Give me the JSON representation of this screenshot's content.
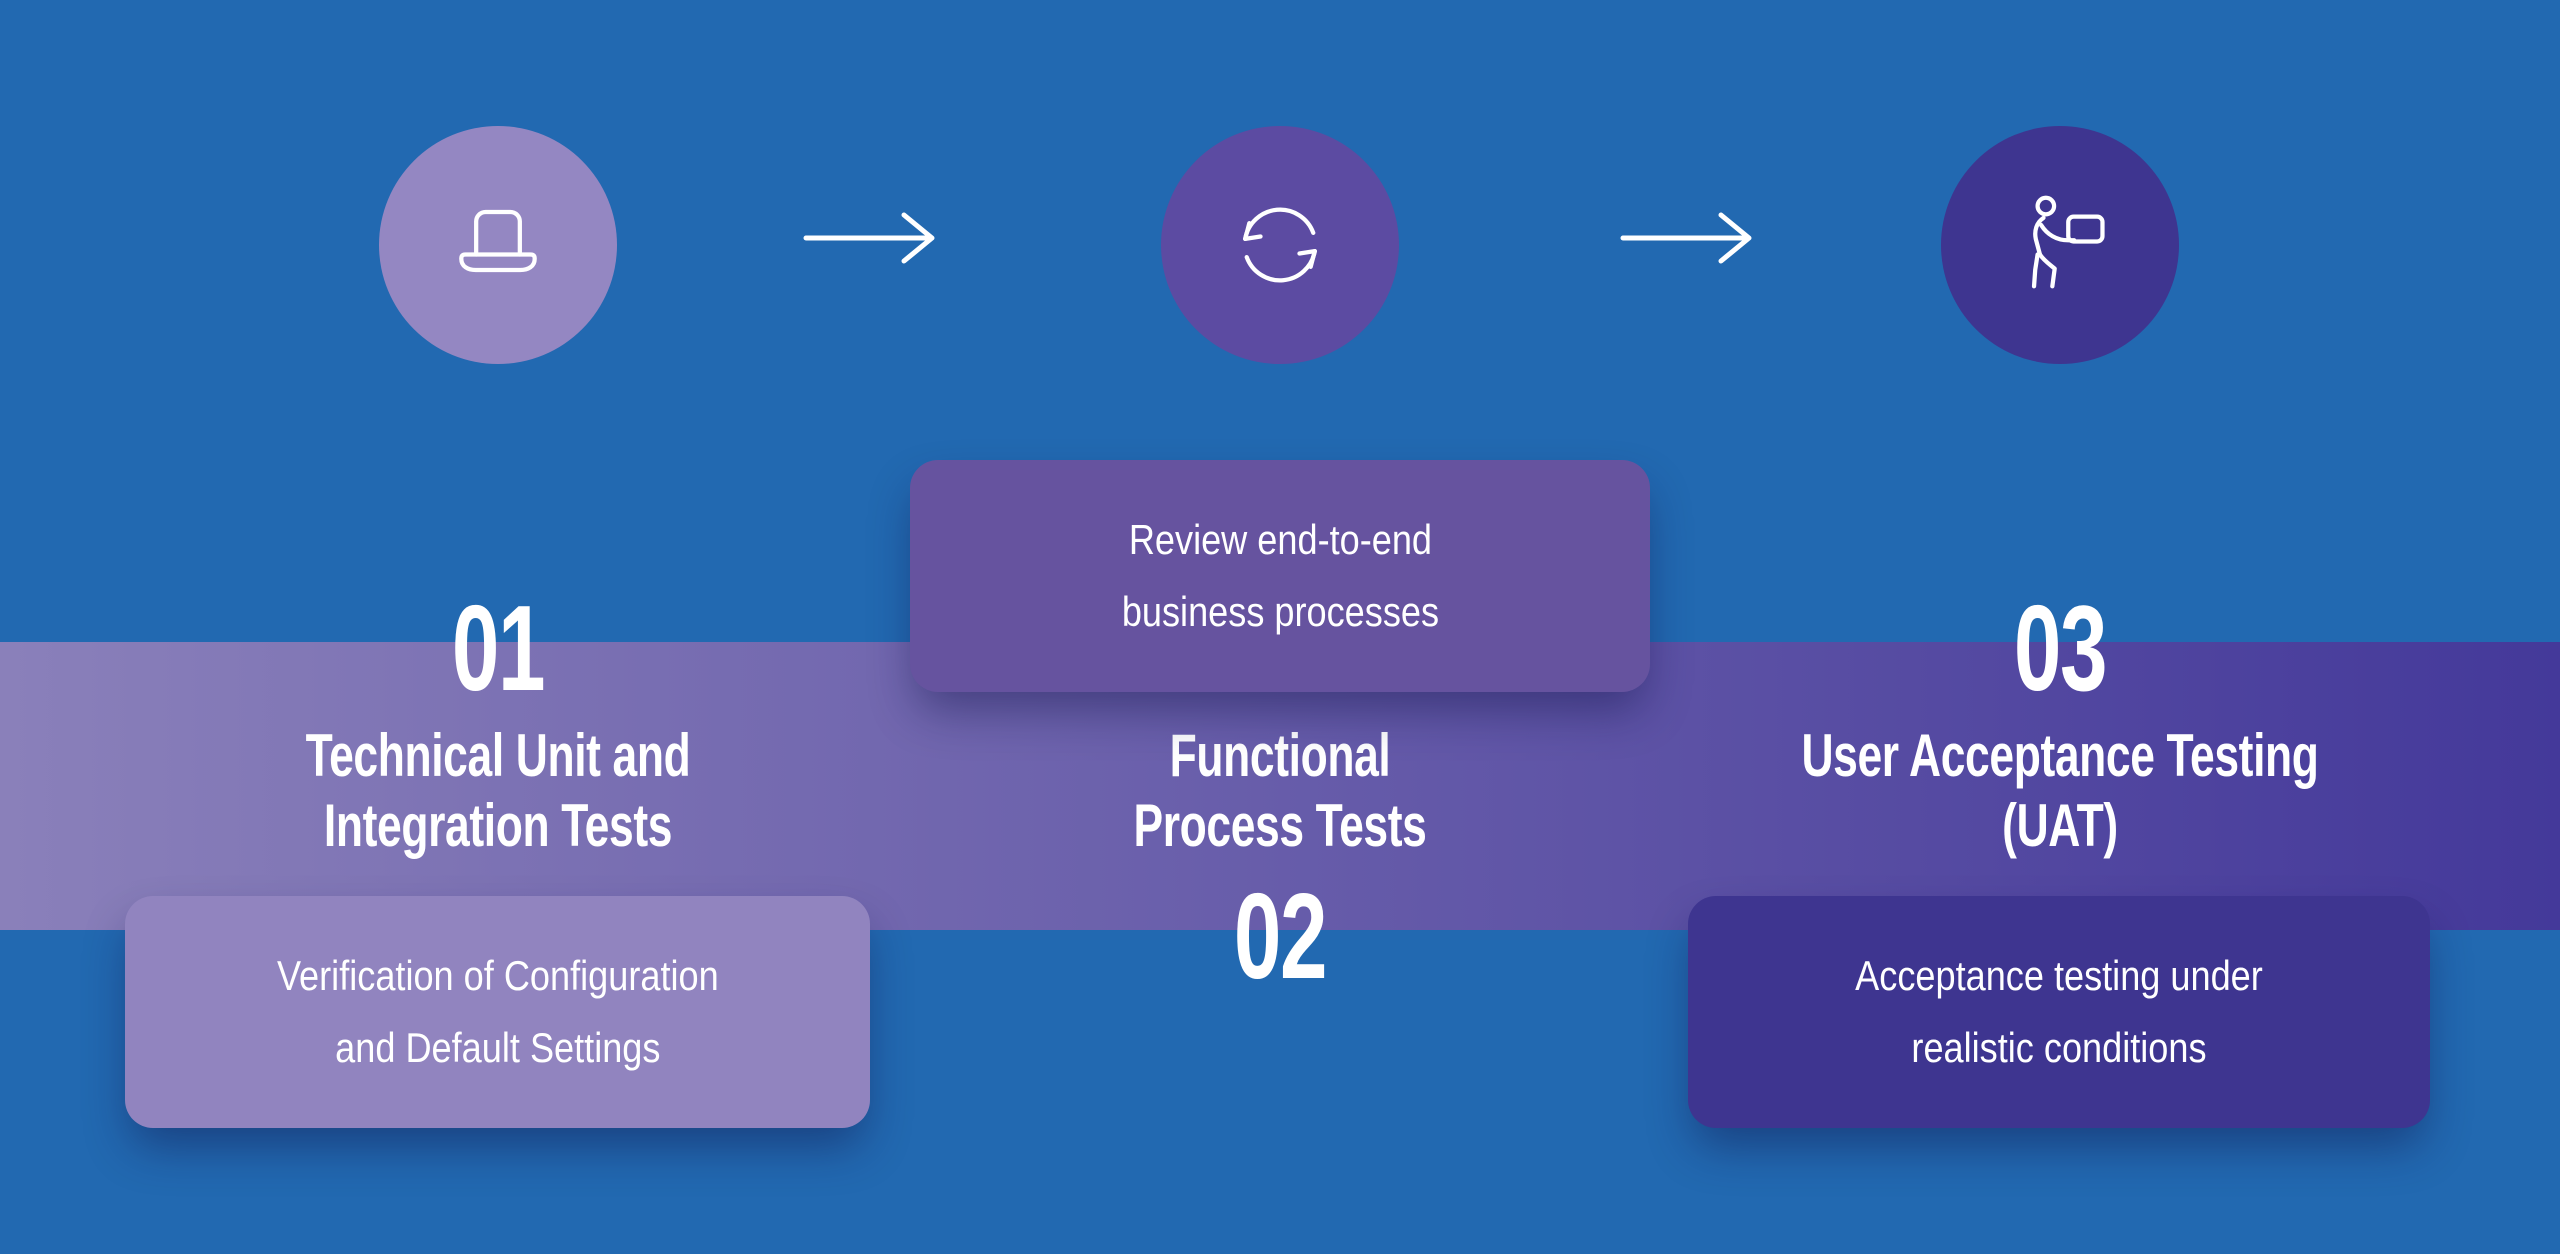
{
  "colors": {
    "background": "#2269b1",
    "band_left": "#8a80ba",
    "band_right": "#44399a",
    "circle_1": "#9487c2",
    "circle_2": "#5c4ba2",
    "circle_3": "#3e3590",
    "card_1": "#9184bf",
    "card_2": "#66539f",
    "card_3": "#3e3590",
    "text": "#ffffff",
    "arrow": "#ffffff"
  },
  "steps": [
    {
      "number": "01",
      "icon": "laptop-icon",
      "title": [
        "Technical Unit and",
        "Integration Tests"
      ],
      "card": [
        "Verification of Configuration",
        "and Default Settings"
      ]
    },
    {
      "number": "02",
      "icon": "sync-icon",
      "title": [
        "Functional",
        "Process Tests"
      ],
      "card": [
        "Review end-to-end",
        "business processes"
      ]
    },
    {
      "number": "03",
      "icon": "person-carrying-laptop-icon",
      "title": [
        "User Acceptance Testing",
        "(UAT)"
      ],
      "card": [
        "Acceptance testing under",
        "realistic conditions"
      ]
    }
  ]
}
